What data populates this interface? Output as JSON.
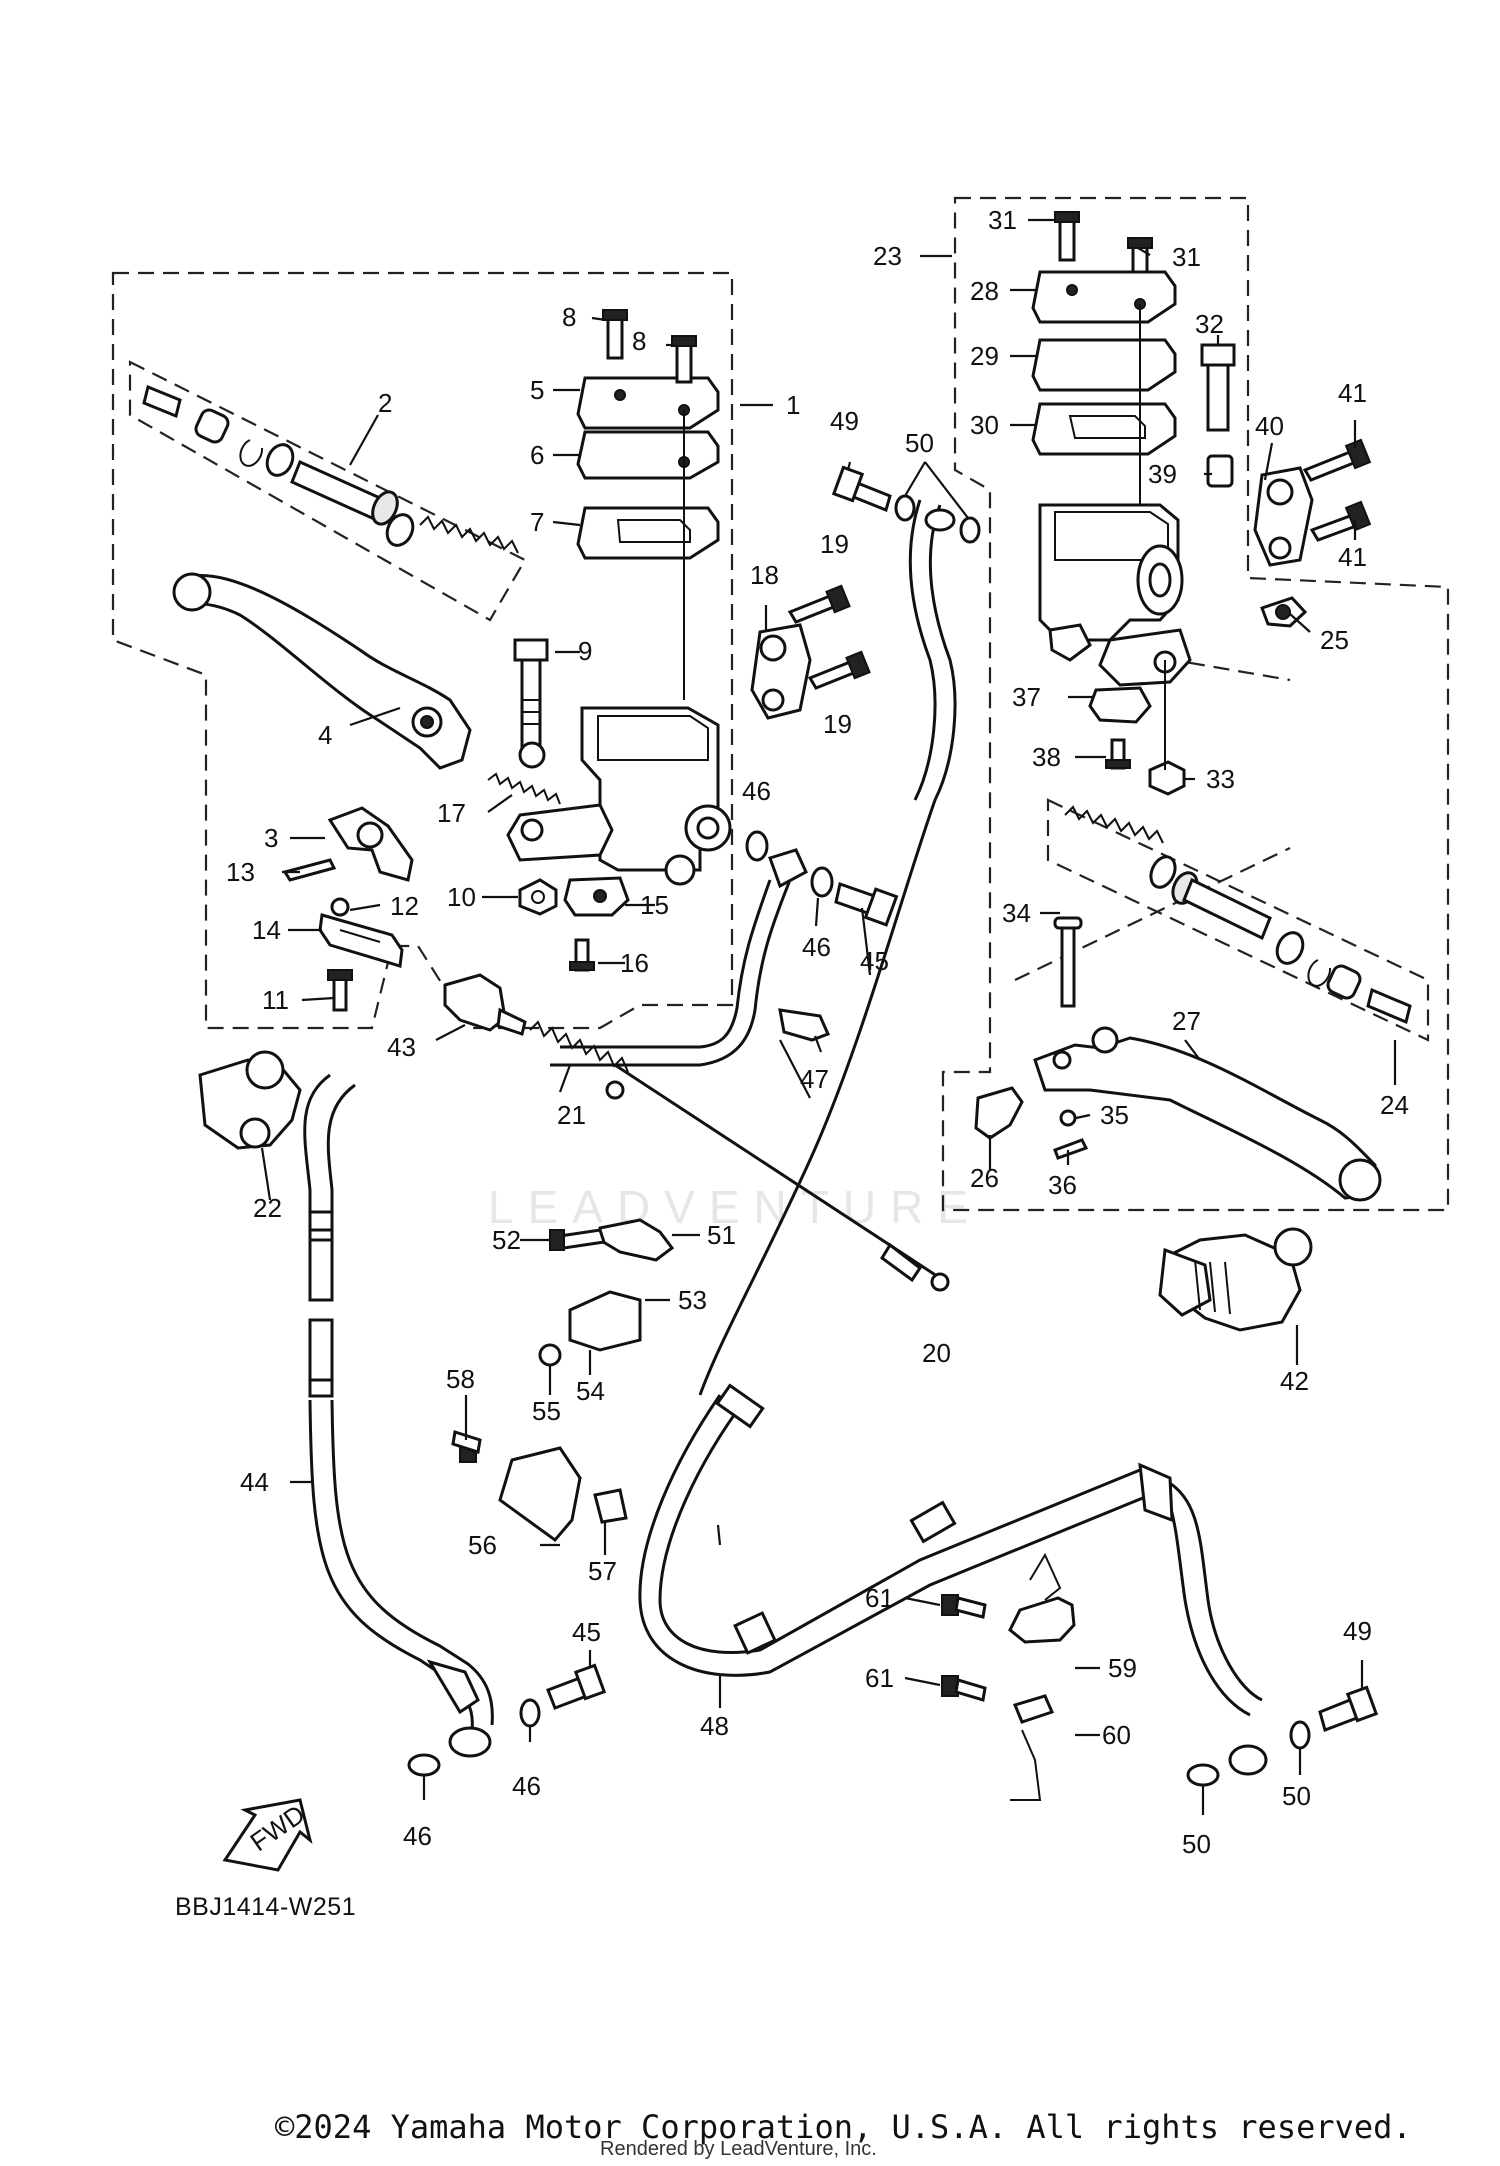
{
  "diagram_code": "BBJ1414-W251",
  "copyright": "©2024 Yamaha Motor Corporation, U.S.A. All rights reserved.",
  "rendered_by": "Rendered by LeadVenture, Inc.",
  "watermark": "LEADVENTURE",
  "fwd_label": "FWD",
  "callouts": [
    {
      "id": "c1",
      "text": "1"
    },
    {
      "id": "c2",
      "text": "2"
    },
    {
      "id": "c3",
      "text": "3"
    },
    {
      "id": "c4",
      "text": "4"
    },
    {
      "id": "c5",
      "text": "5"
    },
    {
      "id": "c6",
      "text": "6"
    },
    {
      "id": "c7",
      "text": "7"
    },
    {
      "id": "c8a",
      "text": "8"
    },
    {
      "id": "c8b",
      "text": "8"
    },
    {
      "id": "c9",
      "text": "9"
    },
    {
      "id": "c10",
      "text": "10"
    },
    {
      "id": "c11",
      "text": "11"
    },
    {
      "id": "c12",
      "text": "12"
    },
    {
      "id": "c13",
      "text": "13"
    },
    {
      "id": "c14",
      "text": "14"
    },
    {
      "id": "c15",
      "text": "15"
    },
    {
      "id": "c16",
      "text": "16"
    },
    {
      "id": "c17",
      "text": "17"
    },
    {
      "id": "c18",
      "text": "18"
    },
    {
      "id": "c19a",
      "text": "19"
    },
    {
      "id": "c19b",
      "text": "19"
    },
    {
      "id": "c20",
      "text": "20"
    },
    {
      "id": "c21",
      "text": "21"
    },
    {
      "id": "c22",
      "text": "22"
    },
    {
      "id": "c23",
      "text": "23"
    },
    {
      "id": "c24",
      "text": "24"
    },
    {
      "id": "c25",
      "text": "25"
    },
    {
      "id": "c26",
      "text": "26"
    },
    {
      "id": "c27",
      "text": "27"
    },
    {
      "id": "c28",
      "text": "28"
    },
    {
      "id": "c29",
      "text": "29"
    },
    {
      "id": "c30",
      "text": "30"
    },
    {
      "id": "c31a",
      "text": "31"
    },
    {
      "id": "c31b",
      "text": "31"
    },
    {
      "id": "c32",
      "text": "32"
    },
    {
      "id": "c33",
      "text": "33"
    },
    {
      "id": "c34",
      "text": "34"
    },
    {
      "id": "c35",
      "text": "35"
    },
    {
      "id": "c36",
      "text": "36"
    },
    {
      "id": "c37",
      "text": "37"
    },
    {
      "id": "c38",
      "text": "38"
    },
    {
      "id": "c39",
      "text": "39"
    },
    {
      "id": "c40",
      "text": "40"
    },
    {
      "id": "c41a",
      "text": "41"
    },
    {
      "id": "c41b",
      "text": "41"
    },
    {
      "id": "c42",
      "text": "42"
    },
    {
      "id": "c43",
      "text": "43"
    },
    {
      "id": "c44",
      "text": "44"
    },
    {
      "id": "c45a",
      "text": "45"
    },
    {
      "id": "c45b",
      "text": "45"
    },
    {
      "id": "c46a",
      "text": "46"
    },
    {
      "id": "c46b",
      "text": "46"
    },
    {
      "id": "c46c",
      "text": "46"
    },
    {
      "id": "c46d",
      "text": "46"
    },
    {
      "id": "c47",
      "text": "47"
    },
    {
      "id": "c48",
      "text": "48"
    },
    {
      "id": "c49a",
      "text": "49"
    },
    {
      "id": "c49b",
      "text": "49"
    },
    {
      "id": "c50a",
      "text": "50"
    },
    {
      "id": "c50b",
      "text": "50"
    },
    {
      "id": "c50c",
      "text": "50"
    },
    {
      "id": "c51",
      "text": "51"
    },
    {
      "id": "c52",
      "text": "52"
    },
    {
      "id": "c53",
      "text": "53"
    },
    {
      "id": "c54",
      "text": "54"
    },
    {
      "id": "c55",
      "text": "55"
    },
    {
      "id": "c56",
      "text": "56"
    },
    {
      "id": "c57",
      "text": "57"
    },
    {
      "id": "c58",
      "text": "58"
    },
    {
      "id": "c59",
      "text": "59"
    },
    {
      "id": "c60",
      "text": "60"
    },
    {
      "id": "c61a",
      "text": "61"
    },
    {
      "id": "c61b",
      "text": "61"
    }
  ]
}
